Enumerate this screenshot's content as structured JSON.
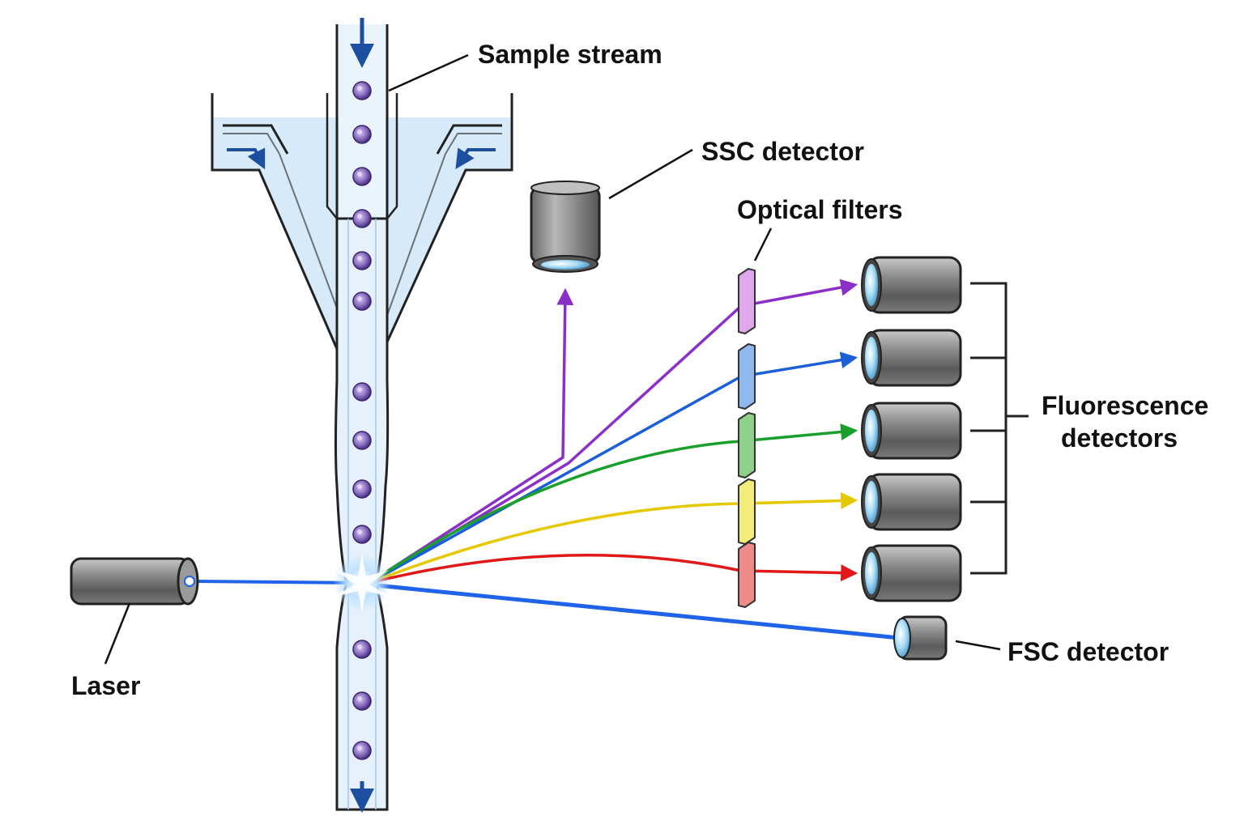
{
  "labels": {
    "sample_stream": "Sample stream",
    "ssc_detector": "SSC detector",
    "optical_filters": "Optical filters",
    "fluorescence_line1": "Fluorescence",
    "fluorescence_line2": "detectors",
    "fsc_detector": "FSC detector",
    "laser": "Laser"
  },
  "colors": {
    "laser_beam": "#1e63e8",
    "flow_arrow": "#1d4fa0",
    "sheath_fluid": "#cfe6f8",
    "cell": "#8a6fc0",
    "channels": [
      "#8a2fc8",
      "#1a5fd8",
      "#19a02a",
      "#e6c800",
      "#e01818"
    ],
    "filters": [
      "#e0a8ec",
      "#8fb8ee",
      "#8fd08a",
      "#f3ec7a",
      "#ee8a8a"
    ]
  },
  "icons": [
    "laser-icon",
    "ssc-detector-icon",
    "fsc-detector-icon",
    "fluorescence-detector-icon",
    "optical-filter-icon",
    "cell-icon",
    "flow-arrow-icon"
  ]
}
